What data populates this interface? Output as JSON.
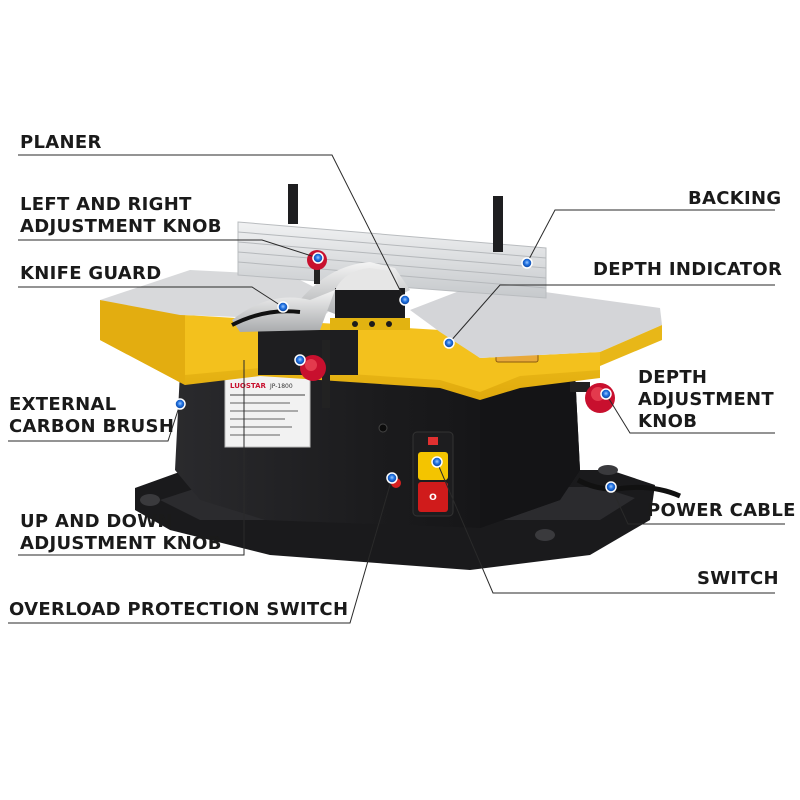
{
  "labels": {
    "planer": "PLANER",
    "left_right_knob": [
      "LEFT AND RIGHT",
      "ADJUSTMENT KNOB"
    ],
    "knife_guard": "KNIFE GUARD",
    "external_brush": [
      "EXTERNAL",
      "CARBON BRUSH"
    ],
    "up_down_knob": [
      "UP AND DOWN",
      "ADJUSTMENT KNOB"
    ],
    "overload_switch": "OVERLOAD PROTECTION SWITCH",
    "backing": "BACKING",
    "depth_indicator": "DEPTH INDICATOR",
    "depth_knob": [
      "DEPTH",
      "ADJUSTMENT",
      "KNOB"
    ],
    "power_cable": "POWER CABLE",
    "switch": "SWITCH"
  },
  "machine": {
    "brand": "LUOSTAR",
    "model": "JP-1800"
  },
  "colors": {
    "table_yellow": "#f2c21a",
    "body_black": "#1d1d1f",
    "fence_silver": "#d9dcdf",
    "knob_red": "#c8102e",
    "leader_line": "#2a2a2a",
    "marker_blue": "#1e6fe0"
  }
}
